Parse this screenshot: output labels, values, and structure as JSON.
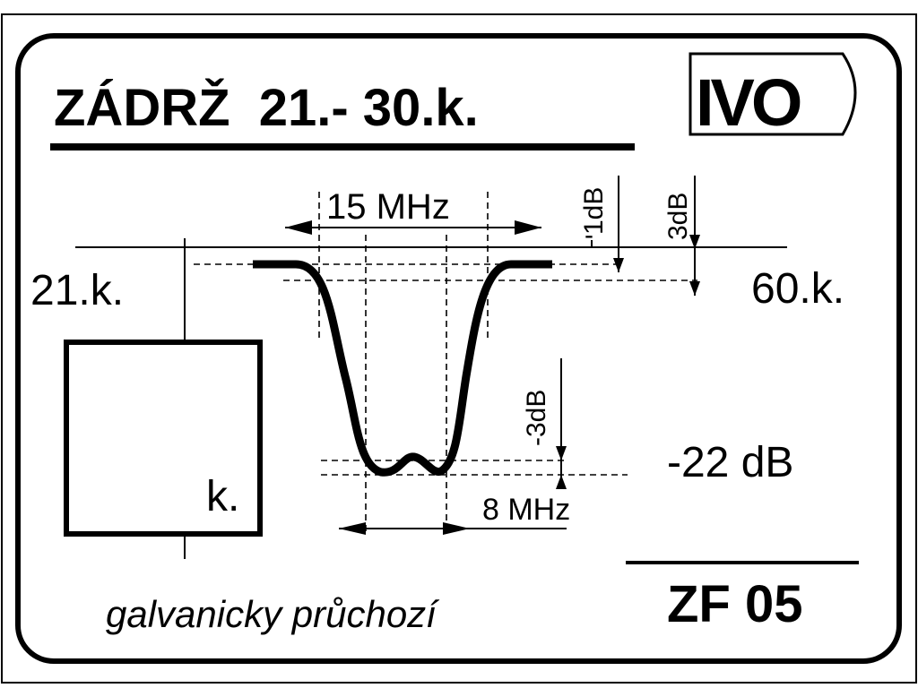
{
  "title": "ZÁDRŽ  21.- 30.k.",
  "logo": "IVO",
  "band_low": "21.k.",
  "band_high": "60.k.",
  "width_top": "15 MHz",
  "width_bottom": "8 MHz",
  "att_1db": "1dB",
  "att_3db_top": "3dB",
  "att_3db_bottom": "-3dB",
  "depth": "-22 dB",
  "box_label": "k.",
  "note": "galvanicky průchozí",
  "product_code": "ZF 05",
  "colors": {
    "ink": "#000000",
    "background": "#ffffff"
  }
}
